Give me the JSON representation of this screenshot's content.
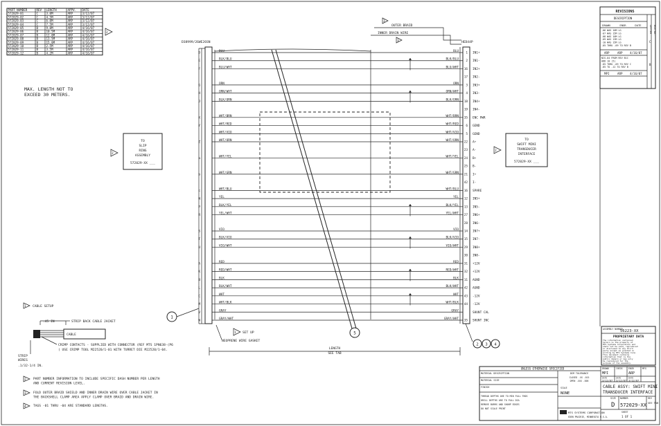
{
  "part_table": {
    "headers": [
      "PART NUMBER",
      "REV",
      "LENGTH",
      "APPV.",
      "DATE"
    ],
    "rows": [
      [
        "572029-01",
        "C",
        "3.0M",
        "ARP",
        "3/12/07"
      ],
      [
        "572029-02",
        "C",
        "4.5M",
        "ARP",
        "3/12/07"
      ],
      [
        "572029-03",
        "C",
        "6.0M",
        "ARP",
        "3/12/07"
      ],
      [
        "572029-04",
        "C",
        "7.5M",
        "ARP",
        "3/12/07"
      ],
      [
        "572029-05",
        "B",
        "9.0M",
        "ARP",
        "4/16/07"
      ],
      [
        "572029-06",
        "B",
        "10.5M",
        "ARP",
        "4/16/07"
      ],
      [
        "572029-07",
        "B",
        "12.0M",
        "ARP",
        "4/16/07"
      ],
      [
        "572029-08",
        "B",
        "13.5M",
        "ARP",
        "4/16/07"
      ],
      [
        "572029-09",
        "B",
        "15.0M",
        "ARP",
        "4/16/07"
      ],
      [
        "572029-10",
        "B",
        "2.5M",
        "ARP",
        "4/16/07"
      ],
      [
        "572029-11",
        "B",
        "3.5M",
        "ARP",
        "4/16/07"
      ],
      [
        "572029-12",
        "B",
        "4.2M",
        "ARP",
        "4/16/07"
      ]
    ]
  },
  "max_length_note": [
    "MAX. LENGTH NOT TO",
    "EXCEED 30 METERS."
  ],
  "left_connector": "D38999/26WE26SN",
  "right_connector": "HED44P",
  "outer_braid_label": "OUTER BRAID",
  "inner_drain_label": "INNER DRAIN WIRE",
  "left_box": {
    "lines": [
      "TO",
      "SLIP",
      "RING",
      "ASSEMBLY"
    ],
    "part": "572029-XX ___"
  },
  "right_box": {
    "lines": [
      "TO",
      "SWIFT MINI",
      "TRANSDUCER",
      "INTERFACE"
    ],
    "part": "572029-XX ___"
  },
  "wires": [
    {
      "lp": "D",
      "lwire": "BLU",
      "rwire": "BLU",
      "rp": "1",
      "sig": "IN1+"
    },
    {
      "lp": "E",
      "lwire": "BLK/BLU",
      "rwire": "BLK/BLU",
      "rp": "2",
      "sig": "IN1-"
    },
    {
      "lp": "F",
      "lwire": "BLU/WHT",
      "rwire": "BLU/WHT",
      "rp": "16",
      "sig": "IN2+"
    },
    {
      "lp": "",
      "lwire": "",
      "rwire": "",
      "rp": "17",
      "sig": "IN2-"
    },
    {
      "lp": "G",
      "lwire": "ORN",
      "rwire": "ORN",
      "rp": "3",
      "sig": "IN3+"
    },
    {
      "lp": "H",
      "lwire": "ORN/WHT",
      "rwire": "ORN/WHT",
      "rp": "4",
      "sig": "IN3-"
    },
    {
      "lp": "J",
      "lwire": "BLK/ORN",
      "rwire": "BLK/ORN",
      "rp": "18",
      "sig": "IN4+"
    },
    {
      "lp": "",
      "lwire": "",
      "rwire": "",
      "rp": "19",
      "sig": "IN4-"
    },
    {
      "lp": "X",
      "lwire": "WHT/BRN",
      "rwire": "WHT/BRN",
      "rp": "35",
      "sig": "ENC PWR"
    },
    {
      "lp": "Y",
      "lwire": "WHT/RED",
      "rwire": "WHT/RED",
      "rp": "6",
      "sig": "GEND"
    },
    {
      "lp": "",
      "lwire": "WHT/VIO",
      "rwire": "WHT/VIO",
      "rp": "5",
      "sig": "GEND"
    },
    {
      "lp": "Z",
      "lwire": "WHT/ORN",
      "rwire": "WHT/ORN",
      "rp": "22",
      "sig": "A+"
    },
    {
      "lp": "",
      "lwire": "",
      "rwire": "",
      "rp": "23",
      "sig": "A-"
    },
    {
      "lp": "a",
      "lwire": "WHT/YEL",
      "rwire": "WHT/YEL",
      "rp": "24",
      "sig": "B+"
    },
    {
      "lp": "",
      "lwire": "",
      "rwire": "",
      "rp": "25",
      "sig": "B-"
    },
    {
      "lp": "b",
      "lwire": "WHT/GRN",
      "rwire": "WHT/GRN",
      "rp": "21",
      "sig": "I+"
    },
    {
      "lp": "",
      "lwire": "",
      "rwire": "",
      "rp": "42",
      "sig": "I-"
    },
    {
      "lp": "c",
      "lwire": "WHT/BLU",
      "rwire": "WHT/BLU",
      "rp": "16",
      "sig": "SPARE"
    },
    {
      "lp": "N",
      "lwire": "YEL",
      "rwire": "YEL",
      "rp": "12",
      "sig": "IN5+"
    },
    {
      "lp": "P",
      "lwire": "BLK/YEL",
      "rwire": "BLK/YEL",
      "rp": "13",
      "sig": "IN5-"
    },
    {
      "lp": "R",
      "lwire": "YEL/WHT",
      "rwire": "YEL/WHT",
      "rp": "27",
      "sig": "IN6+"
    },
    {
      "lp": "",
      "lwire": "",
      "rwire": "",
      "rp": "28",
      "sig": "IN6-"
    },
    {
      "lp": "S",
      "lwire": "VIO",
      "rwire": "VIO",
      "rp": "14",
      "sig": "IN7+"
    },
    {
      "lp": "T",
      "lwire": "BLK/VIO",
      "rwire": "BLK/VIO",
      "rp": "15",
      "sig": "IN7-"
    },
    {
      "lp": "U",
      "lwire": "VIO/WHT",
      "rwire": "VIO/WHT",
      "rp": "29",
      "sig": "IN8+"
    },
    {
      "lp": "",
      "lwire": "",
      "rwire": "",
      "rp": "30",
      "sig": "IN8-"
    },
    {
      "lp": "A",
      "lwire": "RED",
      "rwire": "RED",
      "rp": "31",
      "sig": "+12V"
    },
    {
      "lp": "K",
      "lwire": "RED/WHT",
      "rwire": "RED/WHT",
      "rp": "32",
      "sig": "+12V"
    },
    {
      "lp": "B",
      "lwire": "BLK",
      "rwire": "BLK",
      "rp": "11",
      "sig": "AGND"
    },
    {
      "lp": "L",
      "lwire": "BLK/WHT",
      "rwire": "BLK/WHT",
      "rp": "42",
      "sig": "AGND"
    },
    {
      "lp": "C",
      "lwire": "WHT",
      "rwire": "WHT",
      "rp": "43",
      "sig": "-12V"
    },
    {
      "lp": "M",
      "lwire": "WHT/BLK",
      "rwire": "WHT/BLK",
      "rp": "44",
      "sig": "-12V"
    },
    {
      "lp": "V",
      "lwire": "GRAY",
      "rwire": "GRAY",
      "rp": "",
      "sig": "SHUNT CAL"
    },
    {
      "lp": "W",
      "lwire": "GRAY/WHT",
      "rwire": "GRAY/WHT",
      "rp": "35",
      "sig": "SHUNT INC"
    }
  ],
  "callouts": {
    "c1": "1",
    "c5": "5",
    "c2": "2",
    "c3": "3",
    "c4": "4",
    "set_up": "SET UP",
    "neoprene": "NEOPRENE WIRE GASKET",
    "length": "LENGTH",
    "see_tab": "SEE TAB"
  },
  "cable_setup": {
    "title": "CABLE SETUP",
    "strip": "STRIP BACK CABLE JACKET",
    "dim": ".45 IN",
    "cable": "CABLE",
    "crimp1": "CRIMP CONTACTS - SUPPLIED WITH CONNECTOR (REF MTS 1PN638-(P6",
    "crimp2": "( USE CRIMP TOOL M22520/1-01 WITH TURRET DIE M22520/1-04.",
    "strip_wires": [
      "STRIP",
      "WIRES",
      ".1/32-1/4 IN."
    ]
  },
  "notes": [
    {
      "n": "2",
      "lines": [
        "PART NUMBER INFORMATION TO INCLUDE SPECIFIC DASH NUMBER PER LENGTH",
        "AND CURRENT REVISION LEVEL."
      ]
    },
    {
      "n": "3",
      "lines": [
        "FOLD OUTER BRAID SHIELD AND INNER DRAIN WIRE OVER CABLE JACKET IN",
        "THE BACKSHELL CLAMP AREA APPLY CLAMP OVER BRAID AND DRAIN WIRE."
      ]
    },
    {
      "n": "4",
      "lines": [
        "TAGS -01 THRU -04 ARE STANDARD LENGTHS."
      ]
    }
  ],
  "revisions": {
    "title": "REVISIONS",
    "desc_header": "DESCRIPTION",
    "sub_headers": [
      "DRAWN",
      "ENGR",
      "DATE"
    ],
    "side_labels": [
      "LETTER",
      "ECN NO."
    ],
    "block1": [
      "-06 WAS 10M LG",
      "-07 WAS 15M LG",
      "-08 WAS 10M LG",
      "-09 WAS 13M LG",
      "-10 WAS 15M LG",
      "-05 THRU -09 TO REV B"
    ],
    "block1_sig": [
      "ARP",
      "ARP",
      "4/16/07"
    ],
    "block2": [
      "NIS-04 FROM REV B1C",
      "ADD 10 (5)",
      "-05 THRU -09 TO REV C",
      "-05 TO -12 TO REV B"
    ],
    "block2_sig": [
      "MPI",
      "ARP",
      "4/16/07"
    ]
  },
  "proprietary": {
    "assembly_label": "ASSEMBLY NUMBER",
    "assembly": "56223-XX",
    "title": "PROPRIETARY DATA",
    "text": [
      "The information contained",
      "herein is the property of",
      "MTS Systems Corporation and",
      "shall not be used, reproduced",
      "or disclosed to any third",
      "party except as granted in",
      "writing by MTS Systems Corp.",
      "This document contains",
      "information that is the",
      "public domain or may only",
      "be reproduced for the",
      "purpose of the assembly."
    ]
  },
  "title_block": {
    "unless": "UNLESS OTHERWISE SPECIFIED",
    "material_desc": "MATERIAL DESCRIPTION",
    "material_size": "MATERIAL SIZE",
    "finish": "FINISH",
    "tol_header": "DIM TOLERANCE",
    "tol_rows": [
      "CLOSED .XX .015",
      "OPEN .XXX .005"
    ],
    "drawn_label": "DRAWN",
    "drawn": "MPI",
    "check_label": "CHECK",
    "check": "",
    "engr_label": "ENGR",
    "engr": "ARP",
    "mfg_label": "MFG",
    "date_label": "DATE",
    "dates": [
      "3/12/07",
      "3/12/07",
      "3/12/07"
    ],
    "title1": "CABLE ASSY: SWIFT MINI",
    "title2": "TRANSDUCER INTERFACE",
    "size_label": "SIZE",
    "size": "D",
    "number_label": "NUMBER",
    "number": "572029-XX",
    "rev_label": "REV",
    "rev": "SEE TAB",
    "scale_label": "SCALE",
    "scale": "NONE",
    "sheet_label": "SHEET",
    "sheet": "1 OF 1",
    "company": "MTS SYSTEMS CORPORATION",
    "location": "EDEN PRAIRIE, MINNESOTA U.S.A.",
    "notes_small": [
      "THREAD DEPTHS ARE TO MIN FULL THDS",
      "DRILL DEPTHS ARE TO FULL DIA",
      "REMOVE BURRS AND SHARP EDGES",
      "DO NOT SCALE PRINT"
    ]
  }
}
